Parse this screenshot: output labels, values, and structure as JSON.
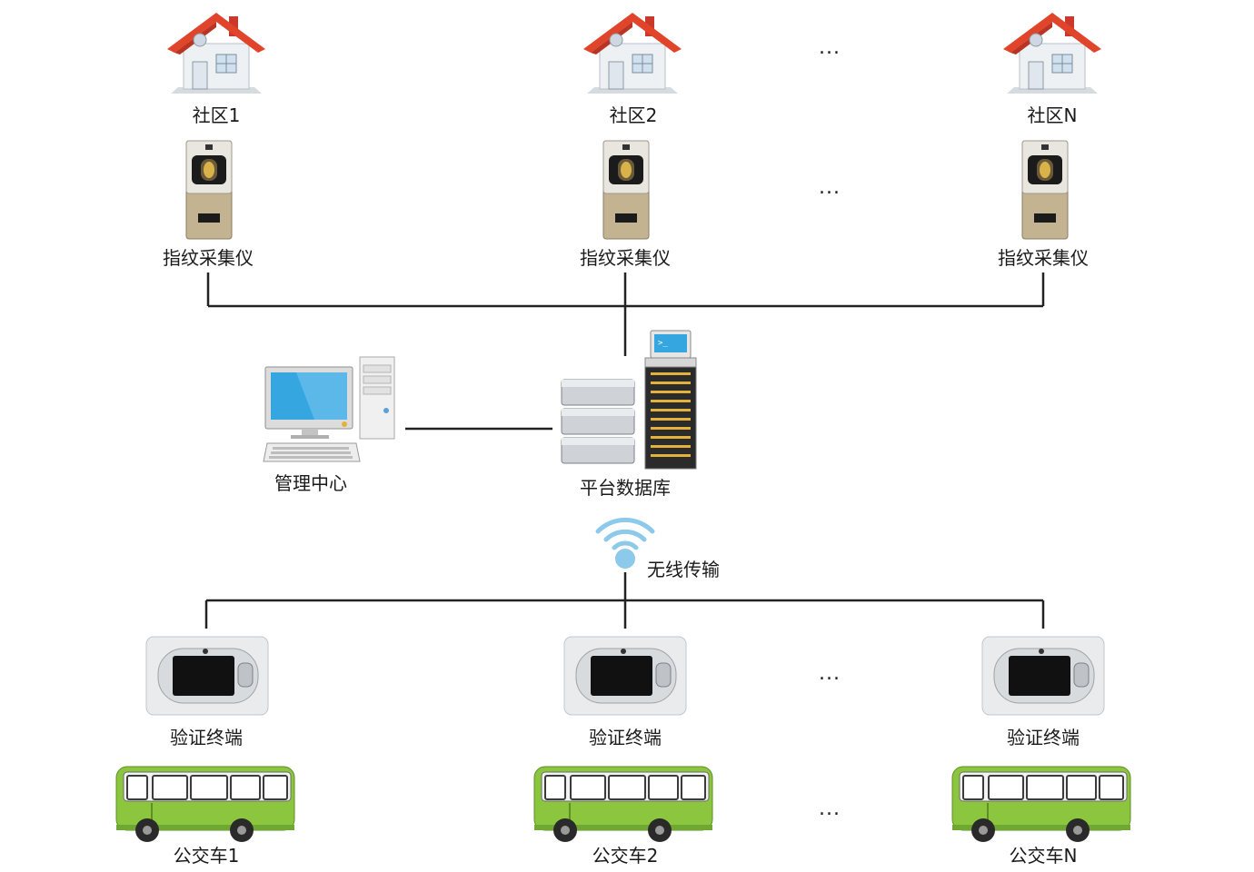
{
  "communities": [
    {
      "label": "社区1"
    },
    {
      "label": "社区2"
    },
    {
      "label": "社区N"
    }
  ],
  "collectors": [
    {
      "label": "指纹采集仪"
    },
    {
      "label": "指纹采集仪"
    },
    {
      "label": "指纹采集仪"
    }
  ],
  "management": {
    "label": "管理中心"
  },
  "database": {
    "label": "平台数据库"
  },
  "wireless": {
    "label": "无线传输"
  },
  "terminals": [
    {
      "label": "验证终端"
    },
    {
      "label": "验证终端"
    },
    {
      "label": "验证终端"
    }
  ],
  "buses": [
    {
      "label": "公交车1"
    },
    {
      "label": "公交车2"
    },
    {
      "label": "公交车N"
    }
  ],
  "ellipsis": "...",
  "colors": {
    "roof": "#e0442b",
    "house_wall": "#eef1f4",
    "device_gold": "#bfae8a",
    "screen_blue": "#35a6e0",
    "wifi_blue": "#8cc9ea",
    "bus_green": "#8cc63f",
    "line": "#222222"
  },
  "icons": {
    "community": "house-icon",
    "collector": "fingerprint-scanner-icon",
    "management": "desktop-computer-icon",
    "database": "database-server-icon",
    "wireless": "wifi-icon",
    "terminal": "verification-terminal-icon",
    "bus": "bus-icon"
  }
}
